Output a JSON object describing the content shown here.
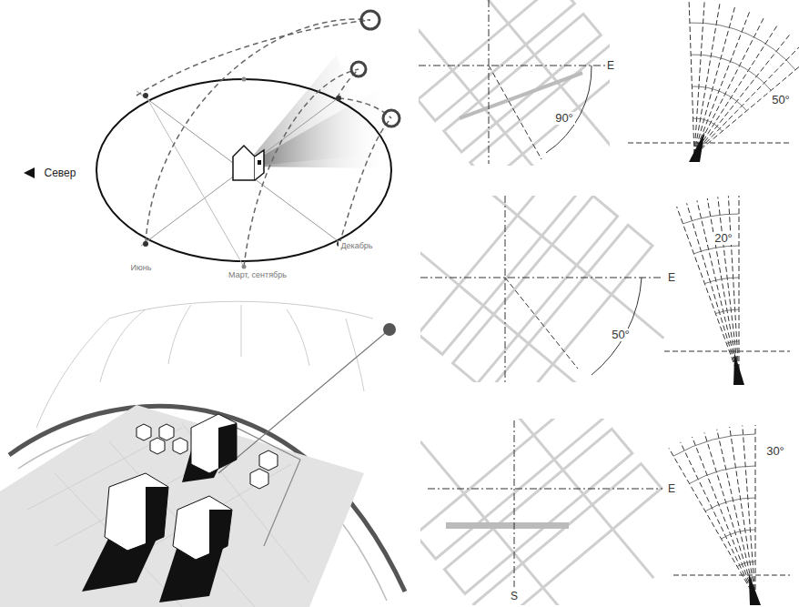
{
  "diagram": {
    "labels": [
      "Север",
      "Июнь",
      "Март, сентябрь",
      "Декабрь",
      "E",
      "90°",
      "50°",
      "E",
      "50°",
      "20°",
      "E",
      "S",
      "30°"
    ]
  }
}
